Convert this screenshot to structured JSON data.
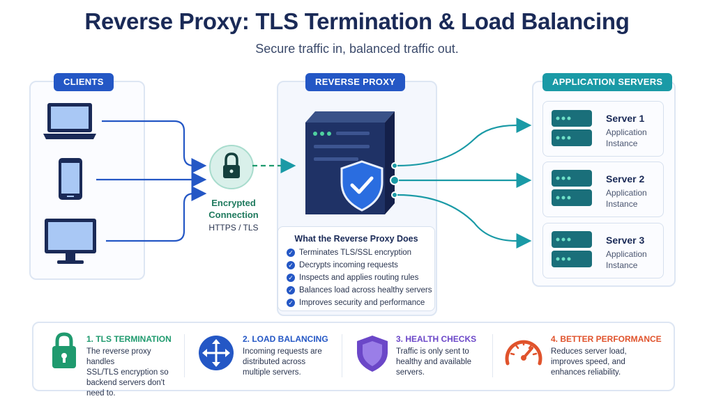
{
  "title": "Reverse Proxy: TLS Termination & Load Balancing",
  "subtitle": "Secure traffic in, balanced traffic out.",
  "clients": {
    "label": "CLIENTS",
    "devices": [
      "laptop-icon",
      "smartphone-icon",
      "desktop-icon"
    ]
  },
  "connection": {
    "label_line1": "Encrypted",
    "label_line2": "Connection",
    "protocol": "HTTPS / TLS",
    "icon": "lock-icon"
  },
  "proxy": {
    "label": "REVERSE PROXY",
    "icon": "shield-check-icon",
    "does_title": "What the Reverse Proxy Does",
    "does_items": [
      "Terminates TLS/SSL encryption",
      "Decrypts incoming requests",
      "Inspects and applies routing rules",
      "Balances load across healthy servers",
      "Improves security and performance"
    ]
  },
  "servers": {
    "label": "APPLICATION SERVERS",
    "items": [
      {
        "name": "Server 1",
        "line1": "Application",
        "line2": "Instance"
      },
      {
        "name": "Server 2",
        "line1": "Application",
        "line2": "Instance"
      },
      {
        "name": "Server 3",
        "line1": "Application",
        "line2": "Instance"
      }
    ]
  },
  "features": [
    {
      "title": "1. TLS TERMINATION",
      "color": "#1f9a6e",
      "icon": "lock-icon",
      "lines": [
        "The reverse proxy handles",
        "SSL/TLS encryption so",
        "backend servers don't",
        "need to."
      ]
    },
    {
      "title": "2. LOAD BALANCING",
      "color": "#2457c5",
      "icon": "arrows-move-icon",
      "lines": [
        "Incoming requests are",
        "distributed across",
        "multiple servers."
      ]
    },
    {
      "title": "3. HEALTH CHECKS",
      "color": "#6b47c8",
      "icon": "shield-icon",
      "lines": [
        "Traffic is only sent to",
        "healthy and available",
        "servers."
      ]
    },
    {
      "title": "4. BETTER PERFORMANCE",
      "color": "#e0532c",
      "icon": "gauge-icon",
      "lines": [
        "Reduces server load,",
        "improves speed, and",
        "enhances reliability."
      ]
    }
  ],
  "colors": {
    "navy": "#1a2a57",
    "blue": "#2457c5",
    "teal": "#1a9aa6",
    "green": "#1f9a6e"
  }
}
